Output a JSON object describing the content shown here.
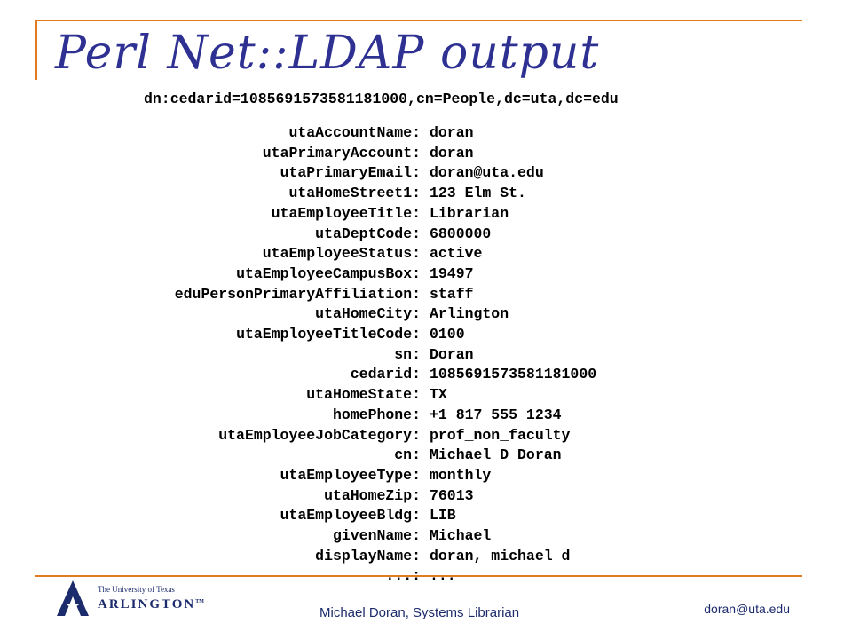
{
  "slide": {
    "title": "Perl Net::LDAP output",
    "dn": "dn:cedarid=1085691573581181000,cn=People,dc=uta,dc=edu",
    "attributes": [
      {
        "key": "utaAccountName:",
        "value": "doran"
      },
      {
        "key": "utaPrimaryAccount:",
        "value": "doran"
      },
      {
        "key": "utaPrimaryEmail:",
        "value": "doran@uta.edu"
      },
      {
        "key": "utaHomeStreet1:",
        "value": "123 Elm St."
      },
      {
        "key": "utaEmployeeTitle:",
        "value": "Librarian"
      },
      {
        "key": "utaDeptCode:",
        "value": "6800000"
      },
      {
        "key": "utaEmployeeStatus:",
        "value": "active"
      },
      {
        "key": "utaEmployeeCampusBox:",
        "value": "19497"
      },
      {
        "key": "eduPersonPrimaryAffiliation:",
        "value": "staff"
      },
      {
        "key": "utaHomeCity:",
        "value": "Arlington"
      },
      {
        "key": "utaEmployeeTitleCode:",
        "value": "0100"
      },
      {
        "key": "sn:",
        "value": "Doran"
      },
      {
        "key": "cedarid:",
        "value": "1085691573581181000"
      },
      {
        "key": "utaHomeState:",
        "value": "TX"
      },
      {
        "key": "homePhone:",
        "value": "+1 817 555 1234"
      },
      {
        "key": "utaEmployeeJobCategory:",
        "value": "prof_non_faculty"
      },
      {
        "key": "cn:",
        "value": "Michael D Doran"
      },
      {
        "key": "utaEmployeeType:",
        "value": "monthly"
      },
      {
        "key": "utaHomeZip:",
        "value": "76013"
      },
      {
        "key": "utaEmployeeBldg:",
        "value": "LIB"
      },
      {
        "key": "givenName:",
        "value": "Michael"
      },
      {
        "key": "displayName:",
        "value": "doran, michael d"
      },
      {
        "key": "...:",
        "value": "..."
      }
    ]
  },
  "footer": {
    "logo_line1": "The University of Texas",
    "logo_line2": "ARLINGTON",
    "logo_tm": "TM",
    "presenter": "Michael Doran, Systems Librarian",
    "email": "doran@uta.edu"
  },
  "colors": {
    "title": "#2e3192",
    "frame": "#e07b1f",
    "footer_text": "#1c2b6b",
    "logo_blue": "#1c2b6b"
  }
}
